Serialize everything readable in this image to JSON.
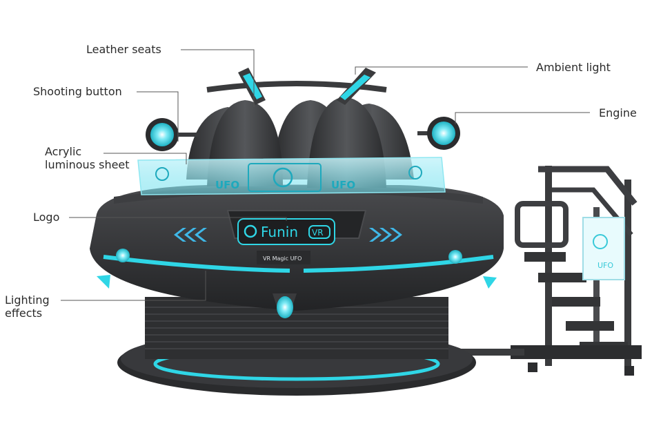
{
  "callouts": {
    "leather_seats": "Leather seats",
    "shooting_button": "Shooting button",
    "acrylic_line1": "Acrylic",
    "acrylic_line2": "luminous sheet",
    "logo": "Logo",
    "lighting_line1": "Lighting",
    "lighting_line2": "effects",
    "ambient_light": "Ambient light",
    "engine": "Engine"
  },
  "machine": {
    "panel_text_left": "UFO",
    "panel_text_right": "UFO",
    "logo_text": "Funin",
    "logo_badge": "VR",
    "model_text": "VR Magic UFO",
    "stair_sign_text": "UFO"
  },
  "colors": {
    "accent_cyan": "#2fd6e6",
    "body_dark": "#2e2f31",
    "body_mid": "#3b3c3f",
    "leader_line": "#555555"
  }
}
